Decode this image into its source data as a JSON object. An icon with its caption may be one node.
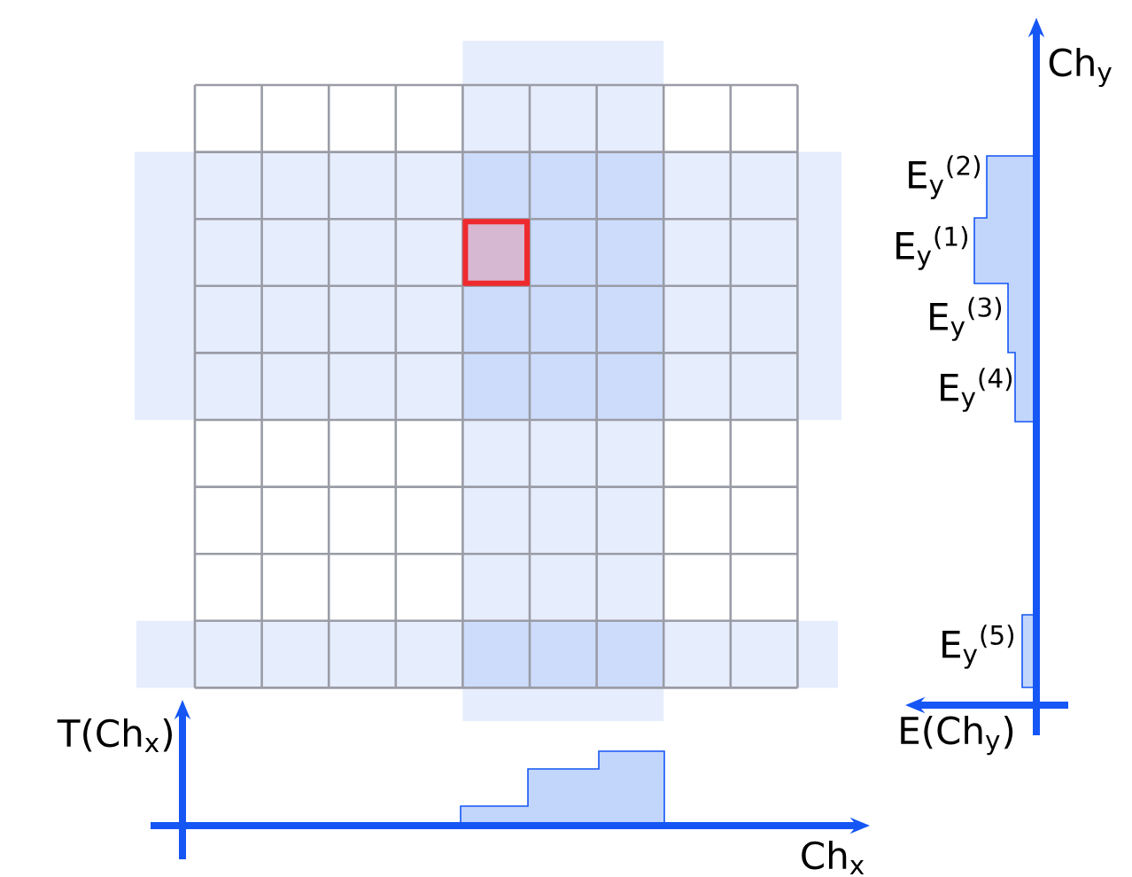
{
  "diagram": {
    "labels": [
      "Ch$_{y}$",
      "E$_{y}$$^{(2)}$",
      "E$_{y}$$^{(1)}$",
      "E$_{y}$$^{(3)}$",
      "E$_{y}$$^{(4)}$",
      "E$_{y}$$^{(5)}$",
      "T(Ch$_{x}$)",
      "E(Ch$_{y}$)",
      "Ch$_{x}$"
    ]
  }
}
